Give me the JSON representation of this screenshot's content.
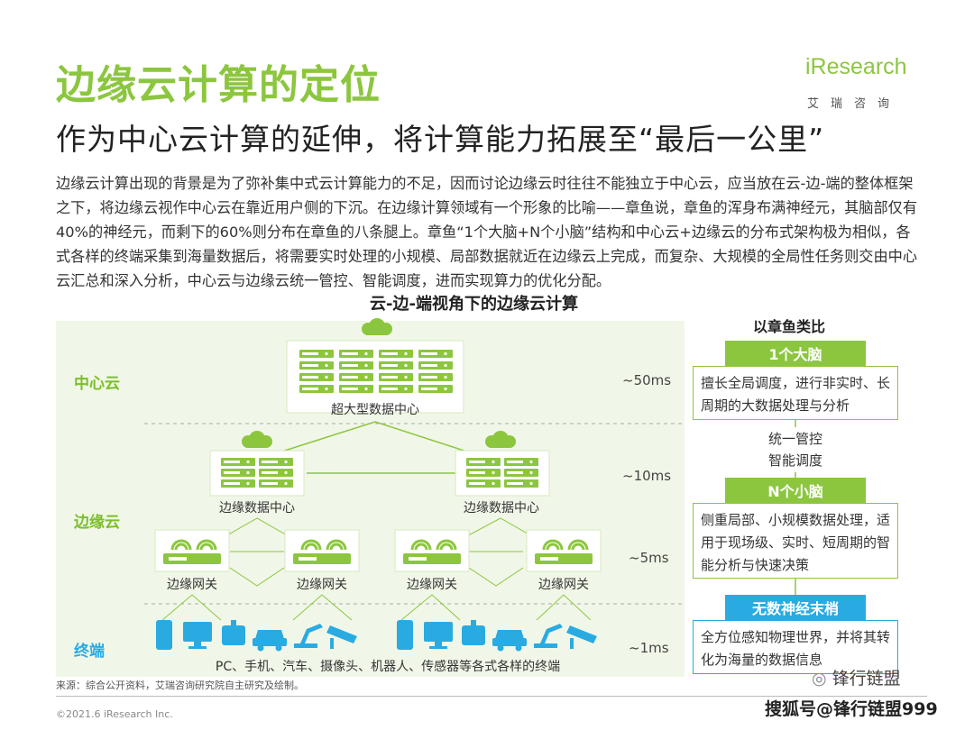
{
  "header": {
    "title": "边缘云计算的定位",
    "subtitle": "作为中心云计算的延伸，将计算能力拓展至“最后一公里”",
    "logo_text": "iResearch",
    "logo_cn": "艾瑞咨询"
  },
  "body_text": "边缘云计算出现的背景是为了弥补集中式云计算能力的不足，因而讨论边缘云时往往不能独立于中心云，应当放在云-边-端的整体框架之下，将边缘云视作中心云在靠近用户侧的下沉。在边缘计算领域有一个形象的比喻——章鱼说，章鱼的浑身布满神经元，其脑部仅有40%的神经元，而剩下的60%则分布在章鱼的八条腿上。章鱼“1个大脑+N个小脑”结构和中心云+边缘云的分布式架构极为相似，各式各样的终端采集到海量数据后，将需要实时处理的小规模、局部数据就近在边缘云上完成，而复杂、大规模的全局性任务则交由中心云汇总和深入分析，中心云与边缘云统一管控、智能调度，进而实现算力的优化分配。",
  "diagram": {
    "title": "云-边-端视角下的边缘云计算",
    "tiers": {
      "center": "中心云",
      "edge": "边缘云",
      "terminal": "终端"
    },
    "latencies": [
      "~50ms",
      "~10ms",
      "~5ms",
      "~1ms"
    ],
    "nodes": {
      "center_dc": "超大型数据中心",
      "edge_dc": "边缘数据中心",
      "gateway": "边缘网关"
    },
    "terminals_caption": "PC、手机、汽车、摄像头、机器人、传感器等各式各样的终端",
    "terminal_icons": [
      "phone-icon",
      "monitor-icon",
      "router-icon",
      "car-icon",
      "robot-arm-icon",
      "camera-icon"
    ]
  },
  "analogy": {
    "title": "以章鱼类比",
    "big_brain_label": "1个大脑",
    "big_brain_desc": "擅长全局调度，进行非实时、长周期的大数据处理与分析",
    "middle_text_1": "统一管控",
    "middle_text_2": "智能调度",
    "small_brain_label": "N个小脑",
    "small_brain_desc": "侧重局部、小规模数据处理，适用于现场级、实时、短周期的智能分析与快速决策",
    "nerve_label": "无数神经末梢",
    "nerve_desc": "全方位感知物理世界，并将其转化为海量的数据信息"
  },
  "footer": {
    "source": "来源：综合公开资料，艾瑞咨询研究院自主研究及绘制。",
    "copyright": "©2021.6 iResearch Inc.",
    "watermark_1": "锋行链盟",
    "watermark_2": "搜狐号@锋行链盟999"
  },
  "colors": {
    "green": "#8cc63f",
    "blue": "#29abe2",
    "diagram_bg": "#f1f7e8"
  }
}
